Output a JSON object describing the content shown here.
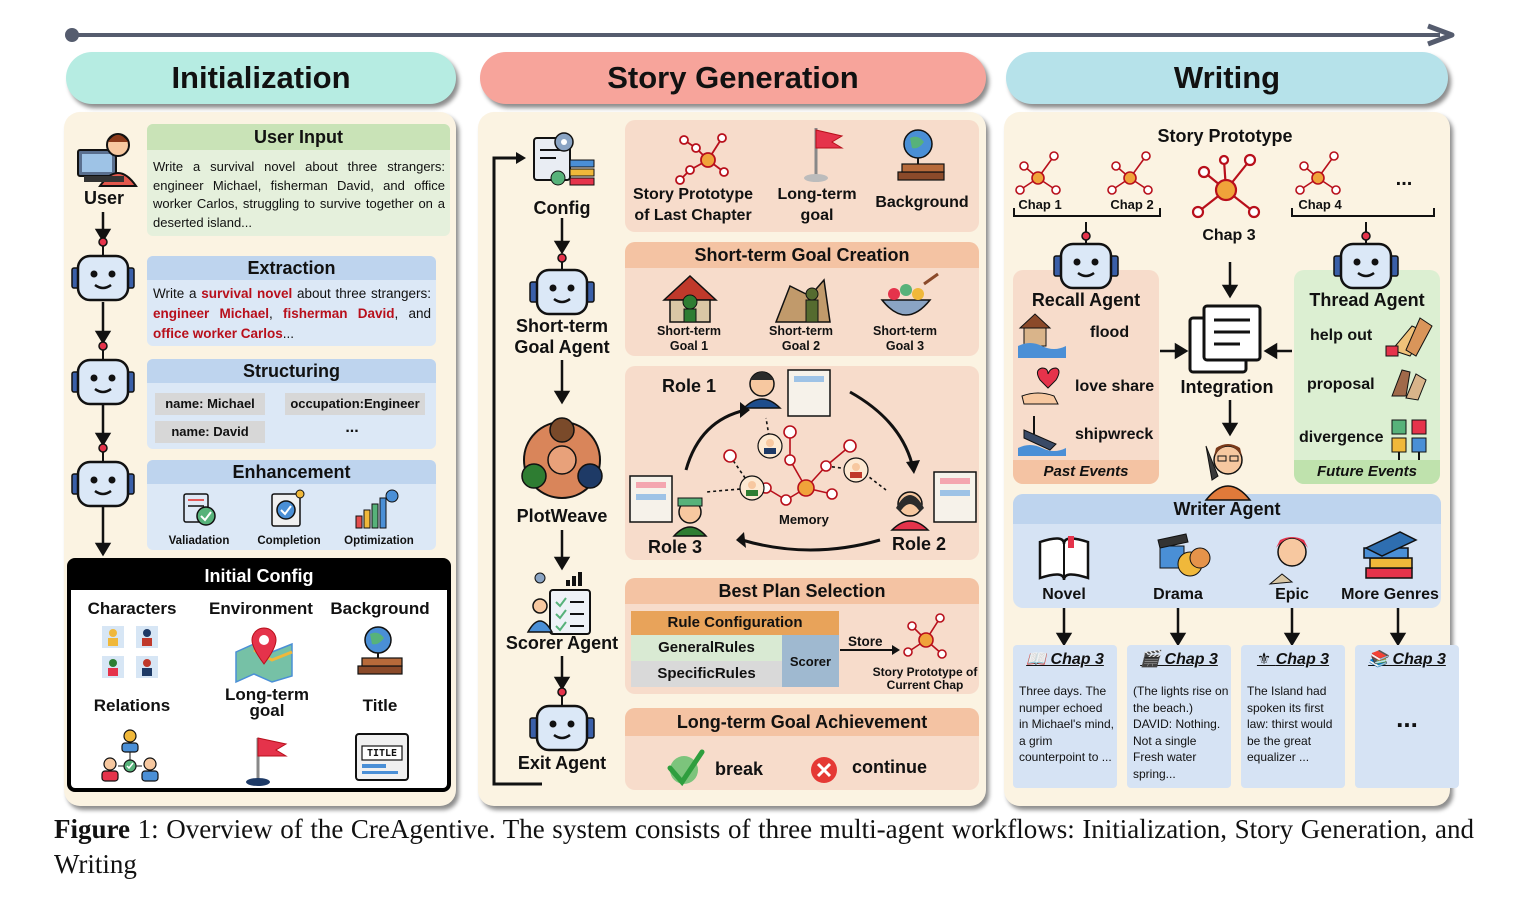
{
  "headers": {
    "init": "Initialization",
    "story": "Story Generation",
    "writing": "Writing"
  },
  "init": {
    "user_label": "User",
    "user_input": {
      "title": "User Input",
      "text": "Write a survival novel about three strangers: engineer Michael, fisherman David, and office worker Carlos, struggling to survive together on a deserted island..."
    },
    "extraction": {
      "title": "Extraction",
      "pre1": "Write a ",
      "hl1": "survival novel",
      "mid1": " about three strangers: ",
      "hl2": "engineer Michael",
      "mid2": ", ",
      "hl3": "fisherman David",
      "mid3": ", and ",
      "hl4": "office worker Carlos",
      "post": "..."
    },
    "structuring": {
      "title": "Structuring",
      "chips": [
        "name: Michael",
        "occupation:Engineer",
        "name: David",
        "..."
      ]
    },
    "enhancement": {
      "title": "Enhancement",
      "items": [
        "Valiadation",
        "Completion",
        "Optimization"
      ]
    },
    "config": {
      "title": "Initial Config",
      "labels": [
        "Characters",
        "Environment",
        "Background",
        "Relations",
        "Long-term goal",
        "Title"
      ],
      "title_icon_text": "TITLE"
    }
  },
  "story": {
    "agents": [
      "Config",
      "Short-term Goal Agent",
      "PlotWeave",
      "Scorer Agent",
      "Exit Agent"
    ],
    "top_items": [
      "Story Prototype of Last Chapter",
      "Long-term goal",
      "Background"
    ],
    "stgc": {
      "title": "Short-term Goal Creation",
      "goals": [
        "Short-term Goal 1",
        "Short-term Goal 2",
        "Short-term Goal 3"
      ]
    },
    "roles": {
      "r1": "Role 1",
      "r2": "Role 2",
      "r3": "Role 3",
      "memory": "Memory"
    },
    "bps": {
      "title": "Best Plan Selection",
      "rule_cfg": "Rule Configuration",
      "general": "GeneralRules",
      "specific": "SpecificRules",
      "scorer": "Scorer",
      "store": "Store",
      "proto": "Story Prototype of Current Chap"
    },
    "ltga": {
      "title": "Long-term Goal Achievement",
      "break": "break",
      "continue": "continue"
    }
  },
  "writing": {
    "proto_title": "Story Prototype",
    "chaps": [
      "Chap 1",
      "Chap 2",
      "Chap 3",
      "Chap 4",
      "..."
    ],
    "recall": {
      "title": "Recall Agent",
      "events": [
        "flood",
        "love share",
        "shipwreck"
      ],
      "footer": "Past Events"
    },
    "thread": {
      "title": "Thread Agent",
      "events": [
        "help out",
        "proposal",
        "divergence"
      ],
      "footer": "Future Events"
    },
    "integration": "Integration",
    "writer": {
      "title": "Writer Agent",
      "genres": [
        "Novel",
        "Drama",
        "Epic",
        "More Genres"
      ]
    },
    "outputs": [
      {
        "title": "Chap 3",
        "text": "Three days. The numper echoed in Michael's mind, a grim counterpoint to ..."
      },
      {
        "title": "Chap 3",
        "text": "(The lights rise on the beach.) DAVID: Nothing. Not a single Fresh water spring..."
      },
      {
        "title": "Chap 3",
        "text": "The Island had spoken its first law: thirst would be the great equalizer ..."
      },
      {
        "title": "Chap 3",
        "text": "..."
      }
    ]
  },
  "caption": {
    "bold": "Figure",
    "text": " 1: Overview of the CreAgentive. The system consists of three multi-agent workflows: Initialization, Story Generation, and Writing"
  }
}
